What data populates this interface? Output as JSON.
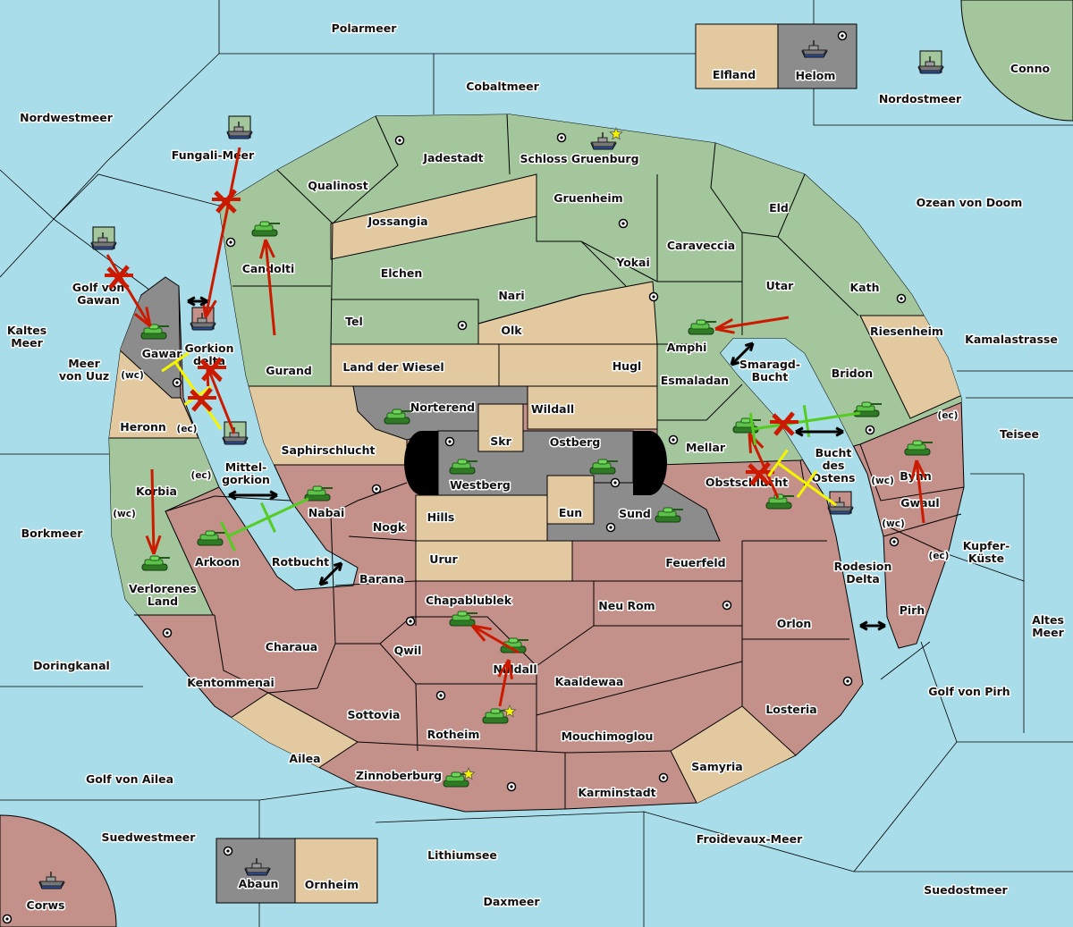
{
  "colors": {
    "sea": "#a9dde9",
    "green": "#a4c69c",
    "tan": "#e3c9a0",
    "pink": "#c4918a",
    "gray": "#8c8c8c",
    "neutral_black": "#000000",
    "order_red": "#cc1a00",
    "order_yellow": "#f5f500",
    "order_green": "#55cc22",
    "order_black": "#000000",
    "star": "#f5f500"
  },
  "labels": [
    {
      "lines": [
        "Polarmeer"
      ]
    },
    {
      "lines": [
        "Cobaltmeer"
      ]
    },
    {
      "lines": [
        "Nordwestmeer"
      ]
    },
    {
      "lines": [
        "Fungali-Meer"
      ]
    },
    {
      "lines": [
        "Golf von",
        "Gawan"
      ]
    },
    {
      "lines": [
        "Kaltes",
        "Meer"
      ]
    },
    {
      "lines": [
        "Meer",
        "von Uuz"
      ]
    },
    {
      "lines": [
        "Borkmeer"
      ]
    },
    {
      "lines": [
        "Doringkanal"
      ]
    },
    {
      "lines": [
        "Golf von Ailea"
      ]
    },
    {
      "lines": [
        "Suedwestmeer"
      ]
    },
    {
      "lines": [
        "Corws"
      ]
    },
    {
      "lines": [
        "Lithiumsee"
      ]
    },
    {
      "lines": [
        "Daxmeer"
      ]
    },
    {
      "lines": [
        "Froidevaux-Meer"
      ]
    },
    {
      "lines": [
        "Suedostmeer"
      ]
    },
    {
      "lines": [
        "Golf von Pirh"
      ]
    },
    {
      "lines": [
        "Altes",
        "Meer"
      ]
    },
    {
      "lines": [
        "Kupfer-",
        "Küste"
      ]
    },
    {
      "lines": [
        "Teisee"
      ]
    },
    {
      "lines": [
        "Kamalastrasse"
      ]
    },
    {
      "lines": [
        "Ozean von Doom"
      ]
    },
    {
      "lines": [
        "Nordostmeer"
      ]
    },
    {
      "lines": [
        "Conno"
      ]
    },
    {
      "lines": [
        "Elfland"
      ]
    },
    {
      "lines": [
        "Helom"
      ]
    },
    {
      "lines": [
        "Abaun"
      ]
    },
    {
      "lines": [
        "Ornheim"
      ]
    },
    {
      "lines": [
        "Jadestadt"
      ]
    },
    {
      "lines": [
        "Schloss Gruenburg"
      ]
    },
    {
      "lines": [
        "Qualinost"
      ]
    },
    {
      "lines": [
        "Gruenheim"
      ]
    },
    {
      "lines": [
        "Eld"
      ]
    },
    {
      "lines": [
        "Jossangia"
      ]
    },
    {
      "lines": [
        "Caraveccia"
      ]
    },
    {
      "lines": [
        "Yokai"
      ]
    },
    {
      "lines": [
        "Candolti"
      ]
    },
    {
      "lines": [
        "Elchen"
      ]
    },
    {
      "lines": [
        "Utar"
      ]
    },
    {
      "lines": [
        "Kath"
      ]
    },
    {
      "lines": [
        "Nari"
      ]
    },
    {
      "lines": [
        "Tel"
      ]
    },
    {
      "lines": [
        "Olk"
      ]
    },
    {
      "lines": [
        "Riesenheim"
      ]
    },
    {
      "lines": [
        "Amphi"
      ]
    },
    {
      "lines": [
        "Gawar"
      ]
    },
    {
      "lines": [
        "Gorkion",
        "delta"
      ]
    },
    {
      "lines": [
        "Smaragd-",
        "Bucht"
      ]
    },
    {
      "lines": [
        "Land der Wiesel"
      ]
    },
    {
      "lines": [
        "Hugl"
      ]
    },
    {
      "lines": [
        "Gurand"
      ]
    },
    {
      "lines": [
        "Bridon"
      ]
    },
    {
      "lines": [
        "Esmaladan"
      ]
    },
    {
      "lines": [
        "Norterend"
      ]
    },
    {
      "lines": [
        "Wildall"
      ]
    },
    {
      "lines": [
        "Heronn"
      ]
    },
    {
      "lines": [
        "Skr"
      ]
    },
    {
      "lines": [
        "Ostberg"
      ]
    },
    {
      "lines": [
        "Mellar"
      ]
    },
    {
      "lines": [
        "Saphirschlucht"
      ]
    },
    {
      "lines": [
        "Bucht",
        "des",
        "Ostens"
      ]
    },
    {
      "lines": [
        "Mittel-",
        "gorkion"
      ]
    },
    {
      "lines": [
        "Westberg"
      ]
    },
    {
      "lines": [
        "Obstschlucht"
      ]
    },
    {
      "lines": [
        "Korbia"
      ]
    },
    {
      "lines": [
        "Bynn"
      ]
    },
    {
      "lines": [
        "Nabai"
      ]
    },
    {
      "lines": [
        "Hills"
      ]
    },
    {
      "lines": [
        "Eun"
      ]
    },
    {
      "lines": [
        "Sund"
      ]
    },
    {
      "lines": [
        "Gwaul"
      ]
    },
    {
      "lines": [
        "Nogk"
      ]
    },
    {
      "lines": [
        "Urur"
      ]
    },
    {
      "lines": [
        "Feuerfeld"
      ]
    },
    {
      "lines": [
        "Rotbucht"
      ]
    },
    {
      "lines": [
        "Arkoon"
      ]
    },
    {
      "lines": [
        "Barana"
      ]
    },
    {
      "lines": [
        "Rodesion",
        "Delta"
      ]
    },
    {
      "lines": [
        "Verlorenes",
        "Land"
      ]
    },
    {
      "lines": [
        "Chapablublek"
      ]
    },
    {
      "lines": [
        "Neu Rom"
      ]
    },
    {
      "lines": [
        "Pirh"
      ]
    },
    {
      "lines": [
        "Orlon"
      ]
    },
    {
      "lines": [
        "Charaua"
      ]
    },
    {
      "lines": [
        "Qwil"
      ]
    },
    {
      "lines": [
        "Nilldall"
      ]
    },
    {
      "lines": [
        "Kaaldewaa"
      ]
    },
    {
      "lines": [
        "Kentommenai"
      ]
    },
    {
      "lines": [
        "Losteria"
      ]
    },
    {
      "lines": [
        "Sottovia"
      ]
    },
    {
      "lines": [
        "Rotheim"
      ]
    },
    {
      "lines": [
        "Mouchimoglou"
      ]
    },
    {
      "lines": [
        "Ailea"
      ]
    },
    {
      "lines": [
        "Samyria"
      ]
    },
    {
      "lines": [
        "Zinnoberburg"
      ]
    },
    {
      "lines": [
        "Karminstadt"
      ]
    }
  ],
  "coasts": [
    "(wc)",
    "(ec)",
    "(ec)",
    "(wc)",
    "(ec)",
    "(wc)",
    "(wc)",
    "(ec)"
  ],
  "units": [
    {
      "type": "army",
      "icon": "tank-icon"
    },
    {
      "type": "army",
      "icon": "tank-icon"
    },
    {
      "type": "army",
      "icon": "tank-icon"
    },
    {
      "type": "army",
      "icon": "tank-icon"
    },
    {
      "type": "army",
      "icon": "tank-icon"
    },
    {
      "type": "army",
      "icon": "tank-icon"
    },
    {
      "type": "army",
      "icon": "tank-icon"
    },
    {
      "type": "army",
      "icon": "tank-icon"
    },
    {
      "type": "army",
      "icon": "tank-icon"
    },
    {
      "type": "army",
      "icon": "tank-icon"
    },
    {
      "type": "army",
      "icon": "tank-icon"
    },
    {
      "type": "army",
      "icon": "tank-icon"
    },
    {
      "type": "army",
      "icon": "tank-icon"
    },
    {
      "type": "army",
      "icon": "tank-icon"
    },
    {
      "type": "army",
      "icon": "tank-icon"
    },
    {
      "type": "army",
      "icon": "tank-icon"
    },
    {
      "type": "army",
      "icon": "tank-icon"
    },
    {
      "type": "army",
      "icon": "tank-icon"
    },
    {
      "type": "fleet",
      "icon": "ship-icon",
      "owner_color": "#a4c69c"
    },
    {
      "type": "fleet",
      "icon": "ship-icon",
      "owner_color": "#a4c69c"
    },
    {
      "type": "fleet",
      "icon": "ship-icon",
      "owner_color": "#c4918a"
    },
    {
      "type": "fleet",
      "icon": "ship-icon",
      "owner_color": "#a4c69c"
    },
    {
      "type": "fleet",
      "icon": "ship-icon",
      "owner_color": "#c4918a"
    },
    {
      "type": "fleet",
      "icon": "ship-icon"
    },
    {
      "type": "fleet",
      "icon": "ship-icon"
    },
    {
      "type": "fleet",
      "icon": "ship-icon",
      "owner_color": "#a4c69c"
    },
    {
      "type": "fleet",
      "icon": "ship-icon"
    },
    {
      "type": "fleet",
      "icon": "ship-icon"
    }
  ]
}
